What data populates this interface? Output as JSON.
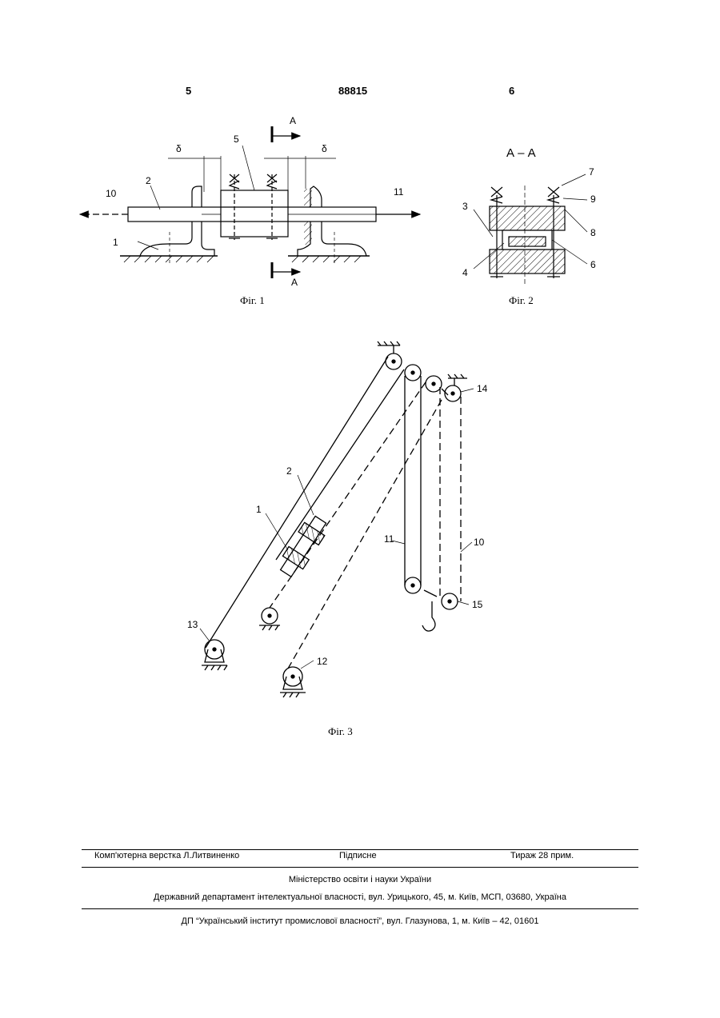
{
  "header": {
    "left_page": "5",
    "patent_number": "88815",
    "right_page": "6"
  },
  "fig1": {
    "caption": "Фіг. 1",
    "section_mark": "А",
    "delta": "δ",
    "labels": [
      "1",
      "2",
      "5",
      "10",
      "11"
    ]
  },
  "fig2": {
    "caption": "Фіг. 2",
    "title": "А – А",
    "labels": [
      "3",
      "4",
      "6",
      "7",
      "8",
      "9"
    ]
  },
  "fig3": {
    "caption": "Фіг. 3",
    "labels": [
      "1",
      "2",
      "10",
      "11",
      "12",
      "13",
      "14",
      "15"
    ]
  },
  "footer": {
    "layout": "Комп'ютерна верстка Л.Литвиненко",
    "signed": "Підписне",
    "circulation": "Тираж 28 прим.",
    "ministry": "Міністерство освіти і науки України",
    "department": "Державний департамент інтелектуальної власності, вул. Урицького, 45, м. Київ, МСП, 03680, Україна",
    "institute": "ДП “Український інститут промислової власності”, вул. Глазунова, 1, м. Київ – 42, 01601"
  }
}
